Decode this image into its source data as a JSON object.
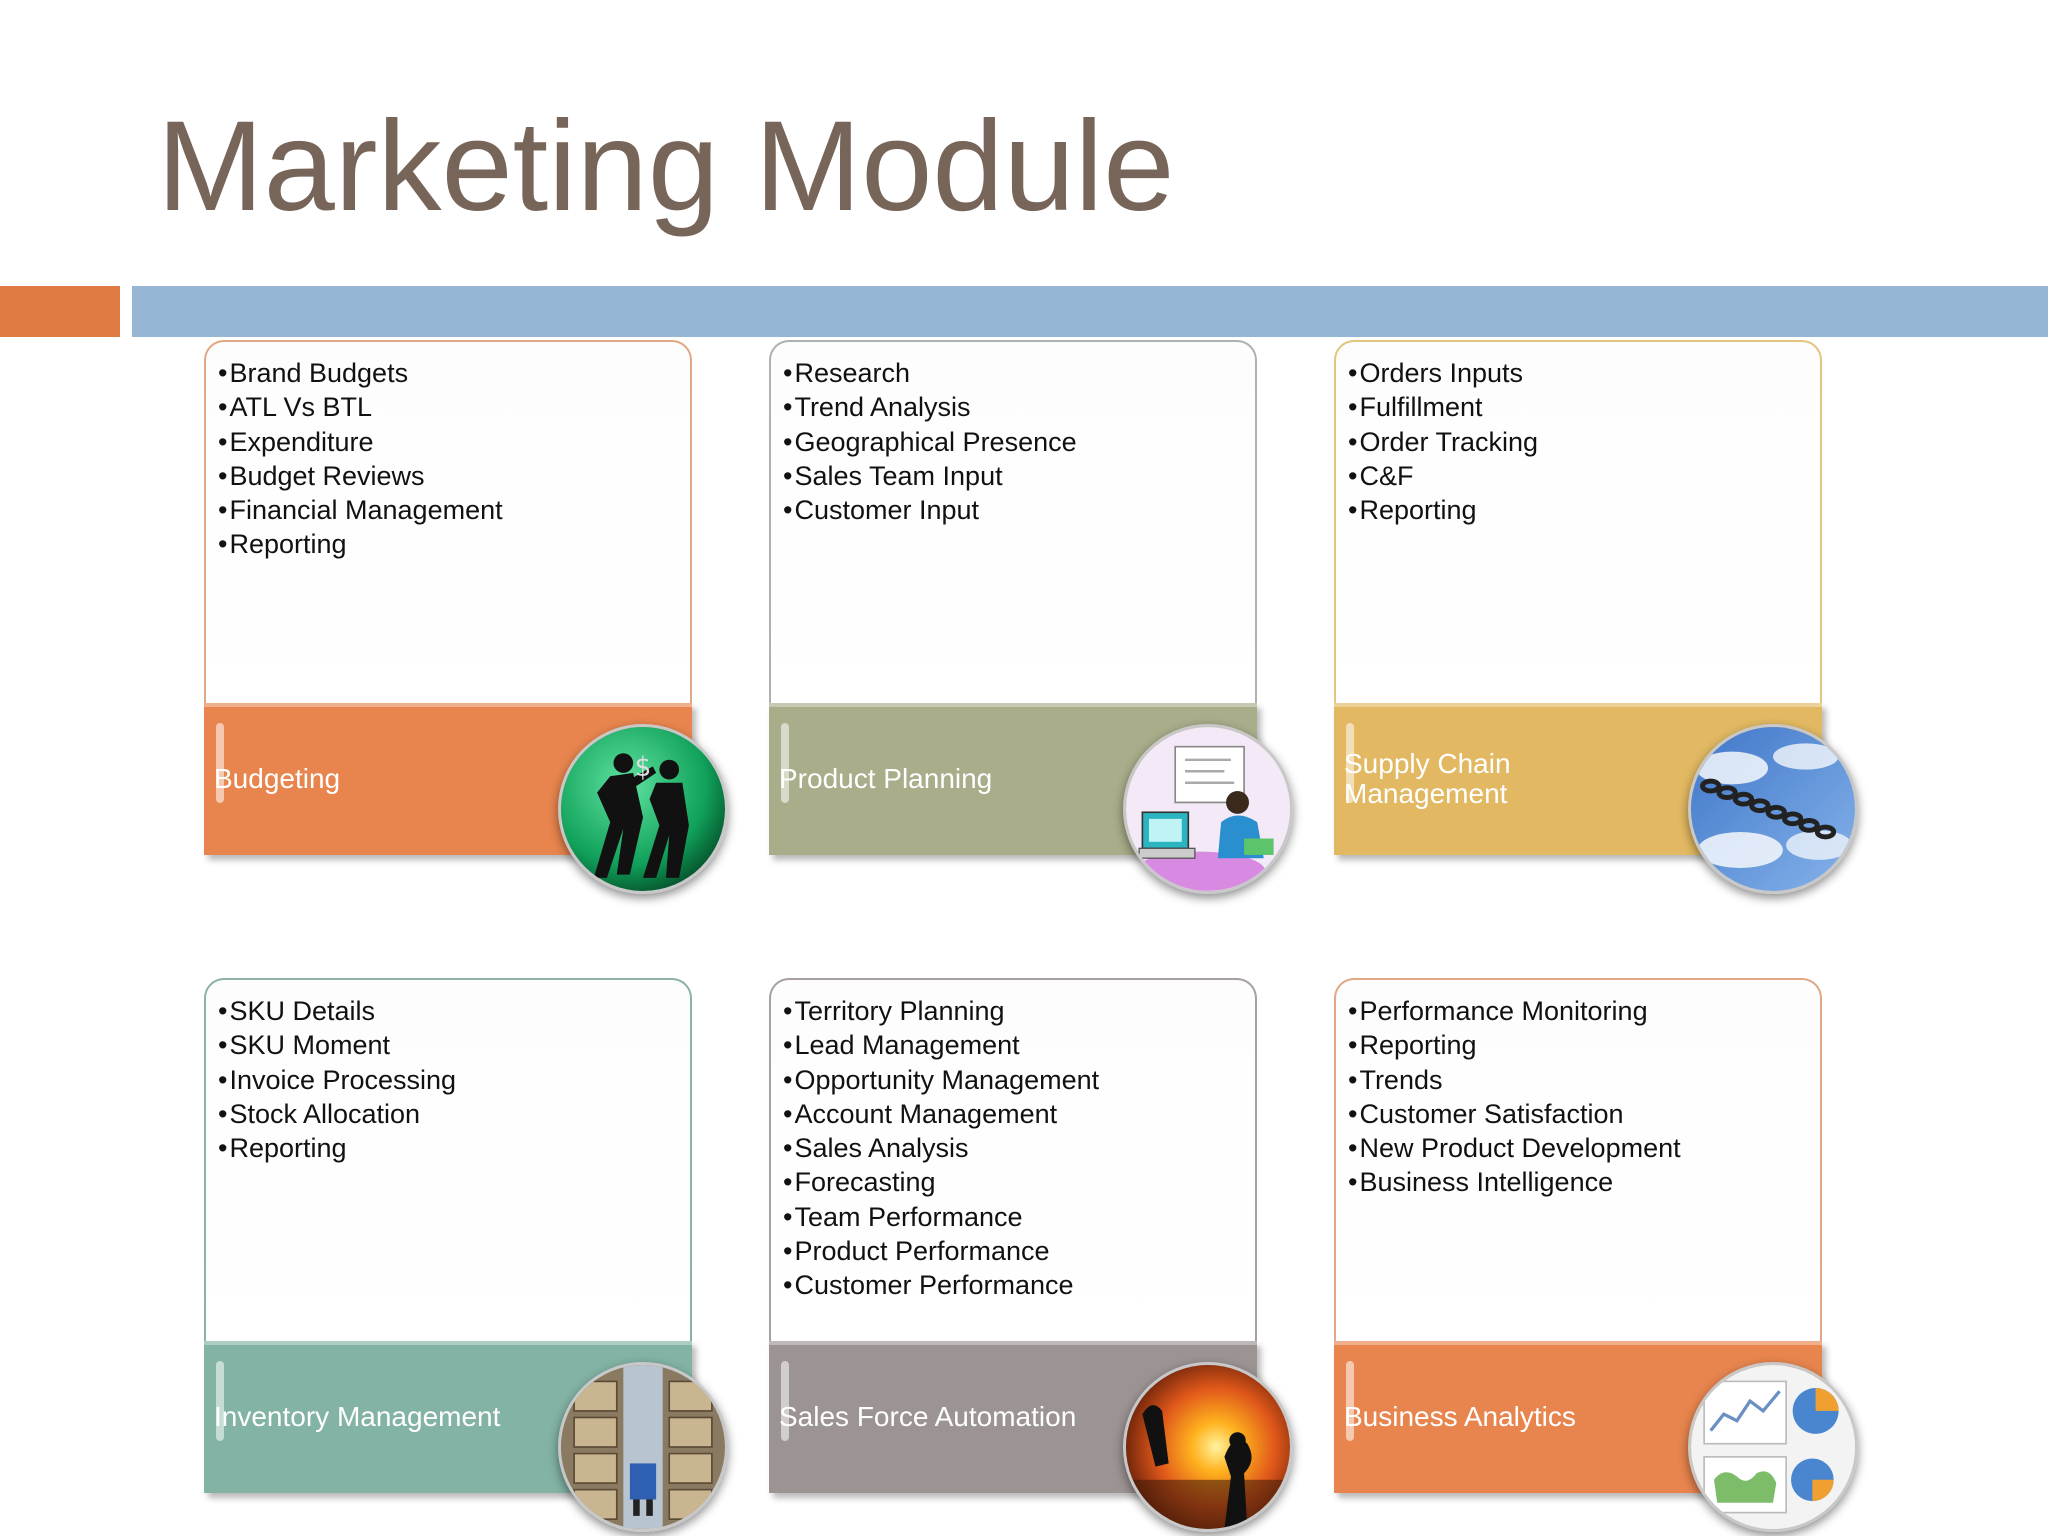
{
  "slide": {
    "title": "Marketing Module"
  },
  "modules": [
    {
      "name": "Budgeting",
      "color": "#e8854e",
      "border": "#e0a884",
      "icon": "people-money-icon",
      "items": [
        "Brand Budgets",
        "ATL Vs BTL",
        "Expenditure",
        "Budget Reviews",
        "Financial Management",
        "Reporting"
      ]
    },
    {
      "name": "Product Planning",
      "color": "#a9ad8a",
      "border": "#b0b0b0",
      "icon": "planner-at-desk-icon",
      "items": [
        "Research",
        "Trend Analysis",
        "Geographical Presence",
        "Sales Team Input",
        "Customer Input"
      ]
    },
    {
      "name": "Supply Chain\nManagement",
      "color": "#e2b962",
      "border": "#e3c57e",
      "icon": "chain-sky-icon",
      "items": [
        "Orders Inputs",
        "Fulfillment",
        "Order Tracking",
        "C&F",
        "Reporting"
      ]
    },
    {
      "name": "Inventory Management",
      "color": "#82b3a4",
      "border": "#8cb2a6",
      "icon": "warehouse-shelves-icon",
      "items": [
        "SKU Details",
        "SKU Moment",
        "Invoice Processing",
        "Stock Allocation",
        "Reporting"
      ]
    },
    {
      "name": "Sales Force Automation",
      "color": "#9c9393",
      "border": "#a8a0a0",
      "icon": "sunset-hands-icon",
      "items": [
        "Territory Planning",
        "Lead Management",
        "Opportunity Management",
        "Account Management",
        "Sales Analysis",
        "Forecasting",
        "Team Performance",
        "Product Performance",
        "Customer Performance"
      ]
    },
    {
      "name": "Business Analytics",
      "color": "#e8854e",
      "border": "#e0a884",
      "icon": "charts-dashboard-icon",
      "items": [
        "Performance Monitoring",
        "Reporting",
        "Trends",
        "Customer Satisfaction",
        "New Product Development",
        "Business Intelligence"
      ]
    }
  ]
}
